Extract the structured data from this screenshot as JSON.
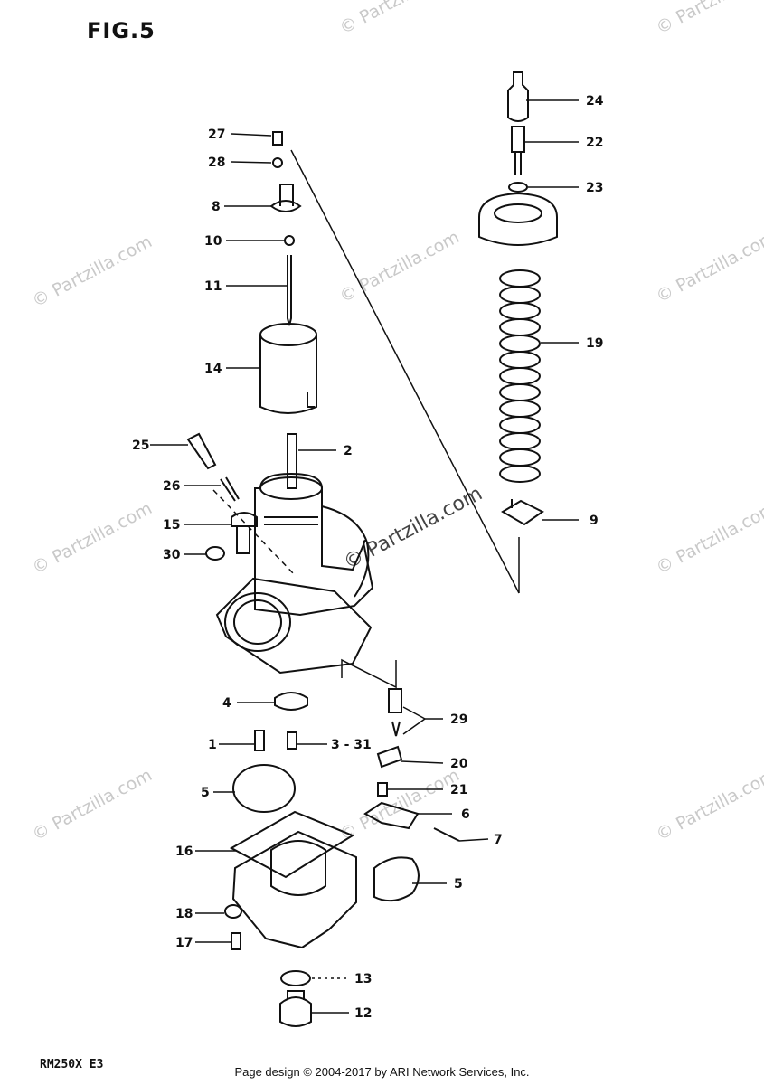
{
  "figure": {
    "title": "FIG.5",
    "model_code": "RM250X  E3"
  },
  "footer": {
    "text": "Page design © 2004-2017 by ARI Network Services, Inc."
  },
  "watermark": {
    "text": "© Partzilla.com"
  },
  "callouts": [
    {
      "id": "c24",
      "label": "24"
    },
    {
      "id": "c22",
      "label": "22"
    },
    {
      "id": "c23",
      "label": "23"
    },
    {
      "id": "c27",
      "label": "27"
    },
    {
      "id": "c28",
      "label": "28"
    },
    {
      "id": "c8",
      "label": "8"
    },
    {
      "id": "c10",
      "label": "10"
    },
    {
      "id": "c11",
      "label": "11"
    },
    {
      "id": "c19",
      "label": "19"
    },
    {
      "id": "c14",
      "label": "14"
    },
    {
      "id": "c25",
      "label": "25"
    },
    {
      "id": "c2",
      "label": "2"
    },
    {
      "id": "c26",
      "label": "26"
    },
    {
      "id": "c15",
      "label": "15"
    },
    {
      "id": "c9",
      "label": "9"
    },
    {
      "id": "c30",
      "label": "30"
    },
    {
      "id": "c4",
      "label": "4"
    },
    {
      "id": "c29",
      "label": "29"
    },
    {
      "id": "c1",
      "label": "1"
    },
    {
      "id": "c331",
      "label": "3 - 31"
    },
    {
      "id": "c20",
      "label": "20"
    },
    {
      "id": "c21",
      "label": "21"
    },
    {
      "id": "c5a",
      "label": "5"
    },
    {
      "id": "c6",
      "label": "6"
    },
    {
      "id": "c7",
      "label": "7"
    },
    {
      "id": "c16",
      "label": "16"
    },
    {
      "id": "c5b",
      "label": "5"
    },
    {
      "id": "c18",
      "label": "18"
    },
    {
      "id": "c17",
      "label": "17"
    },
    {
      "id": "c13",
      "label": "13"
    },
    {
      "id": "c12",
      "label": "12"
    }
  ],
  "colors": {
    "line": "#111111",
    "watermark": "#c9c9c9"
  }
}
